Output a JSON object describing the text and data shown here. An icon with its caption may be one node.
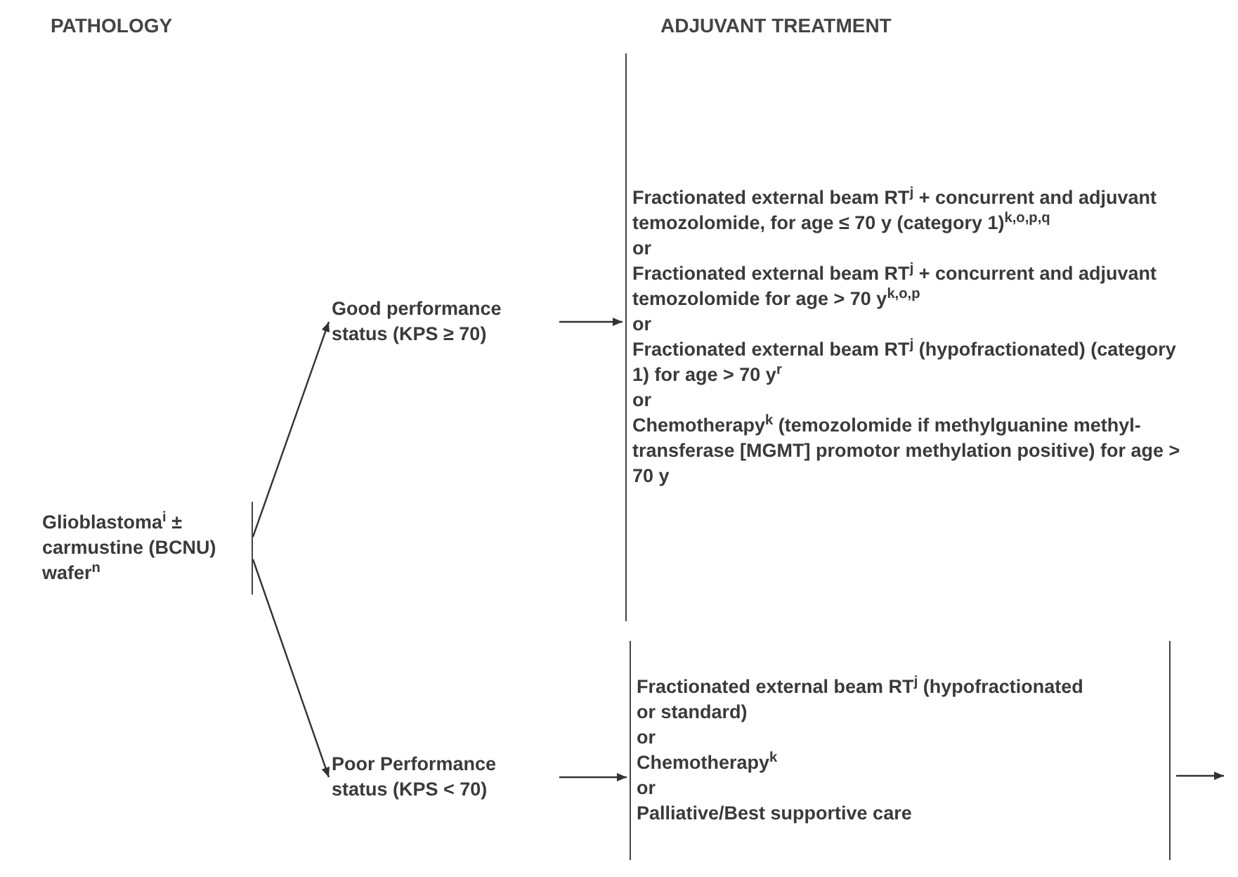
{
  "diagram": {
    "nodes": [
      {
        "text": [
          "Glioblastoma$^{i}$ ± carmustine (BCNU) wafer$^{n}$"
        ]
      },
      {
        "text": [
          "Good performance status (KPS ≥ 70)"
        ]
      },
      {
        "text": [
          "Poor Performance status (KPS < 70)"
        ]
      },
      {
        "text": [
          "Fractionated external beam RT$^{j}$ + concurrent and adjuvant temozolomide, for age ≤ 70 y (category 1)$^{k,o,p,q}$",
          "or",
          "Fractionated external beam RT$^{j}$ + concurrent and adjuvant temozolomide for age > 70 y$^{k,o,p}$",
          "or",
          "Fractionated external beam RT$^{j}$ (hypofractionated) (category 1) for age > 70 y$^{r}$",
          "or",
          "Chemotherapy$^{k}$ (temozolomide if methylguanine methyl-transferase [MGMT] promotor methylation positive) for age > 70 y"
        ]
      },
      {
        "text": [
          "Fractionated external beam RT$^{j}$ (hypofractionated or standard)",
          "or",
          "Chemotherapy$^{k}$",
          "or",
          "Palliative/Best supportive care"
        ]
      }
    ],
    "edges": [
      {
        "from": 0,
        "to": 1,
        "arrow": "to"
      },
      {
        "from": 0,
        "to": 2,
        "arrow": "to"
      },
      {
        "from": 1,
        "to": 3,
        "arrow": "to"
      },
      {
        "from": 2,
        "to": 4,
        "arrow": "to"
      },
      {
        "from": 4,
        "to": null,
        "arrow": "to"
      }
    ],
    "labels": [
      "PATHOLOGY",
      "ADJUVANT TREATMENT"
    ]
  }
}
